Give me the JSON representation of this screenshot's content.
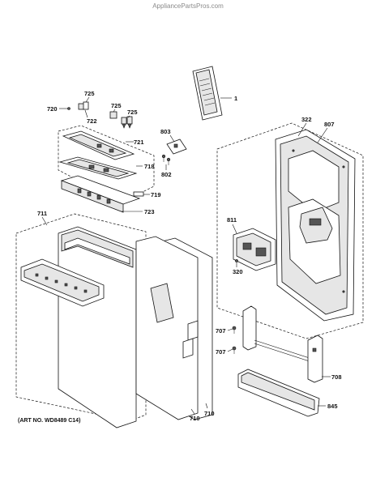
{
  "watermark": "AppliancePartsPros.com",
  "art_number": "(ART NO. WD8489 C14)",
  "callouts": {
    "c1": "1",
    "c720": "720",
    "c725a": "725",
    "c722": "722",
    "c725b": "725",
    "c725c": "725",
    "c721": "721",
    "c718": "718",
    "c719": "719",
    "c723": "723",
    "c803": "803",
    "c802": "802",
    "c322": "322",
    "c807": "807",
    "c711": "711",
    "c811": "811",
    "c320": "320",
    "c707a": "707",
    "c707b": "707",
    "c708": "708",
    "c845": "845",
    "c710a": "710",
    "c710b": "710"
  }
}
